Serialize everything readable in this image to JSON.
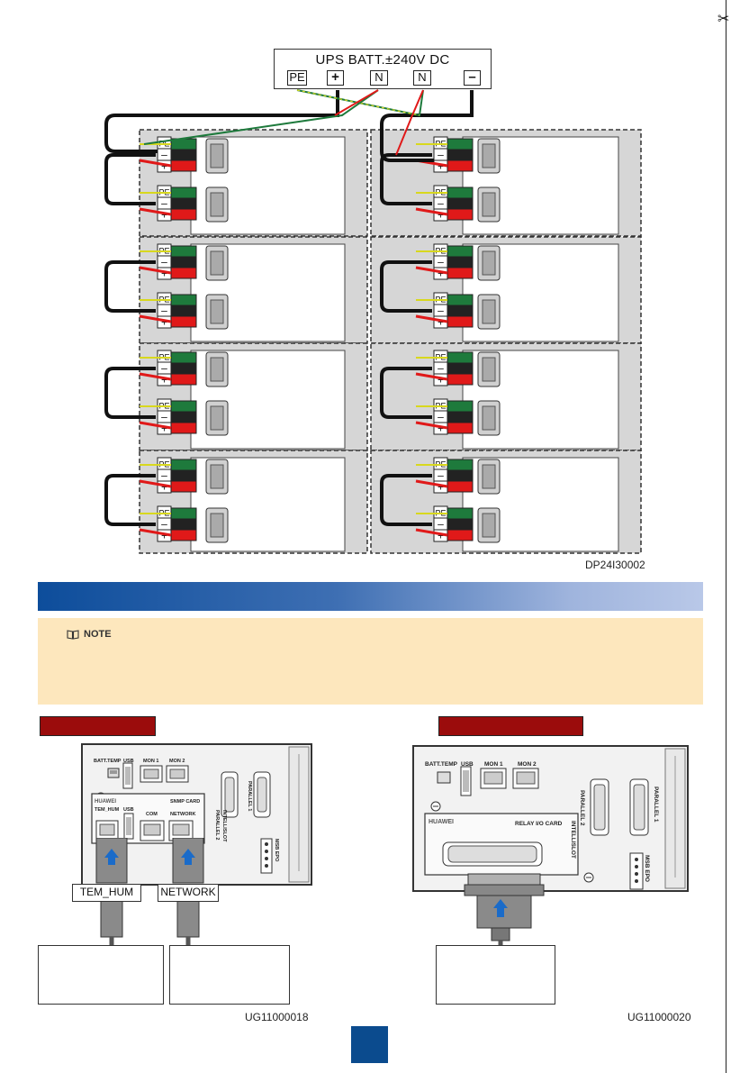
{
  "ups": {
    "title": "UPS BATT.±240V DC",
    "terminals": [
      "PE",
      "+",
      "N",
      "N",
      "–"
    ]
  },
  "battery_module": {
    "terminal_labels": [
      "PE",
      "–",
      "+"
    ]
  },
  "figure_ids": {
    "wiring": "DP24I30002",
    "left_panel": "UG11000018",
    "right_panel": "UG11000020"
  },
  "note": {
    "label": "NOTE"
  },
  "left_panel": {
    "brand": "HUAWEI",
    "labels": {
      "batt_temp": "BATT.TEMP",
      "usb1": "USB",
      "mon1": "MON 1",
      "mon2": "MON 2",
      "tem_hum": "TEM_HUM",
      "usb2": "USB",
      "snmp_card": "SNMP CARD",
      "com": "COM",
      "network": "NETWORK",
      "parallel2": "PARALLEL 2",
      "intellislot": "INTELLISLOT",
      "parallel1": "PARALLEL 1",
      "msb_epo": "MSB EPO"
    },
    "callouts": [
      "TEM_HUM",
      "NETWORK"
    ]
  },
  "right_panel": {
    "brand": "HUAWEI",
    "labels": {
      "batt_temp": "BATT.TEMP",
      "usb": "USB",
      "mon1": "MON 1",
      "mon2": "MON 2",
      "relay": "RELAY I/O CARD",
      "parallel2": "PARALLEL 2",
      "intellislot": "INTELLISLOT",
      "parallel1": "PARALLEL 1",
      "msb_epo": "MSB EPO"
    }
  },
  "colors": {
    "section_bar_start": "#0d4d9b",
    "section_bar_end": "#b9c8e8",
    "note_bg": "#fde7bd",
    "tag_red": "#9b0c0c",
    "wire_red": "#e01919",
    "wire_green": "#1e7a3c",
    "wire_yellow": "#d8d81e",
    "page_badge": "#0b4b8e"
  }
}
